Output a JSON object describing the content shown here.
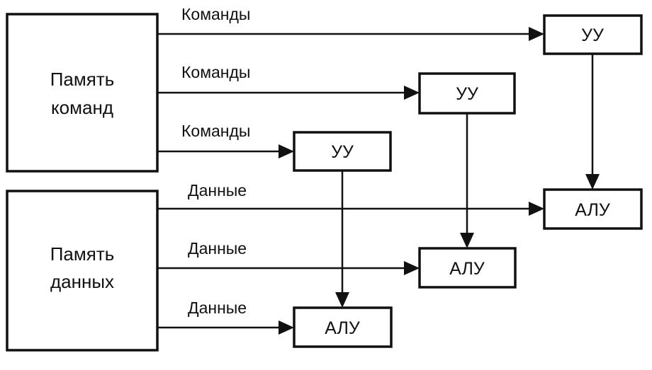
{
  "memories": {
    "instructions": {
      "line1": "Память",
      "line2": "команд"
    },
    "data": {
      "line1": "Память",
      "line2": "данных"
    }
  },
  "control_units": [
    {
      "label": "УУ"
    },
    {
      "label": "УУ"
    },
    {
      "label": "УУ"
    }
  ],
  "alus": [
    {
      "label": "АЛУ"
    },
    {
      "label": "АЛУ"
    },
    {
      "label": "АЛУ"
    }
  ],
  "instruction_flows": [
    {
      "label": "Команды"
    },
    {
      "label": "Команды"
    },
    {
      "label": "Команды"
    }
  ],
  "data_flows": [
    {
      "label": "Данные"
    },
    {
      "label": "Данные"
    },
    {
      "label": "Данные"
    }
  ]
}
